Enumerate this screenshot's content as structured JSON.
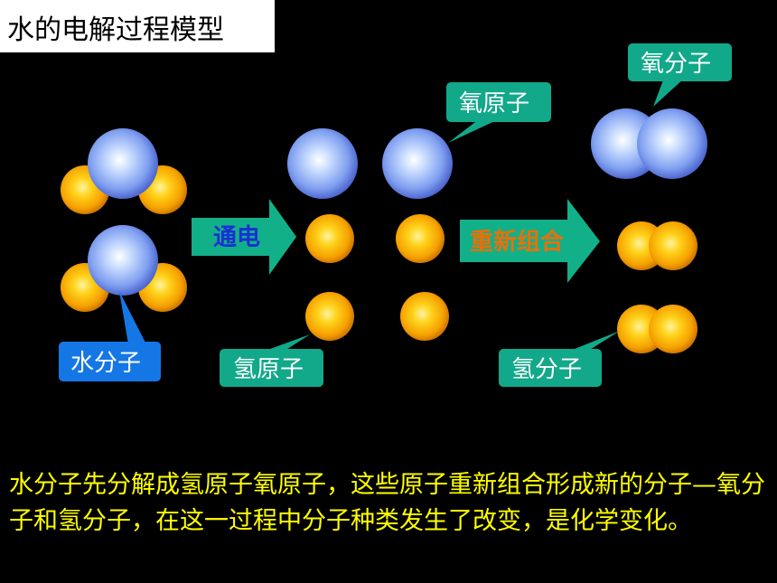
{
  "title": "水的电解过程模型",
  "arrows": {
    "electrolysis": "通电",
    "recombine": "重新组合"
  },
  "labels": {
    "water_molecule": "水分子",
    "oxygen_atom": "氧原子",
    "hydrogen_atom": "氢原子",
    "oxygen_molecule": "氧分子",
    "hydrogen_molecule": "氢分子"
  },
  "caption": "水分子先分解成氢原子氧原子，这些原子重新组合形成新的分子—氧分子和氢分子，在这一过程中分子种类发生了改变，是化学变化。",
  "colors": {
    "background": "#000000",
    "oxygen": "#8aaef2",
    "hydrogen": "#f5a800",
    "callout_teal": "#12a88a",
    "callout_blue": "#1577e6",
    "arrow_green": "#12b088",
    "arrow_text_blue": "#1a2fd6",
    "arrow_text_orange": "#e8700a",
    "caption_yellow": "#ffff00"
  }
}
